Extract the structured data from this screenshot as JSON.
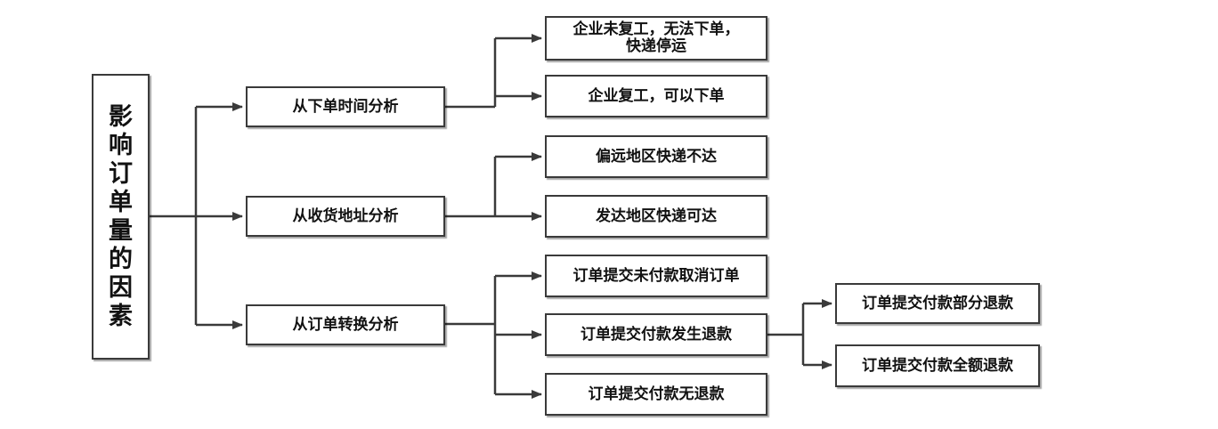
{
  "root": {
    "chars": [
      "影",
      "响",
      "订",
      "单",
      "量",
      "的",
      "因",
      "素"
    ]
  },
  "level1": [
    {
      "label": "从下单时间分析"
    },
    {
      "label": "从收货地址分析"
    },
    {
      "label": "从订单转换分析"
    }
  ],
  "level2": [
    {
      "line1": "企业未复工，无法下单，",
      "line2": "快递停运"
    },
    {
      "label": "企业复工，可以下单"
    },
    {
      "label": "偏远地区快递不达"
    },
    {
      "label": "发达地区快递可达"
    },
    {
      "label": "订单提交未付款取消订单"
    },
    {
      "label": "订单提交付款发生退款"
    },
    {
      "label": "订单提交付款无退款"
    }
  ],
  "level3": [
    {
      "label": "订单提交付款部分退款"
    },
    {
      "label": "订单提交付款全额退款"
    }
  ]
}
